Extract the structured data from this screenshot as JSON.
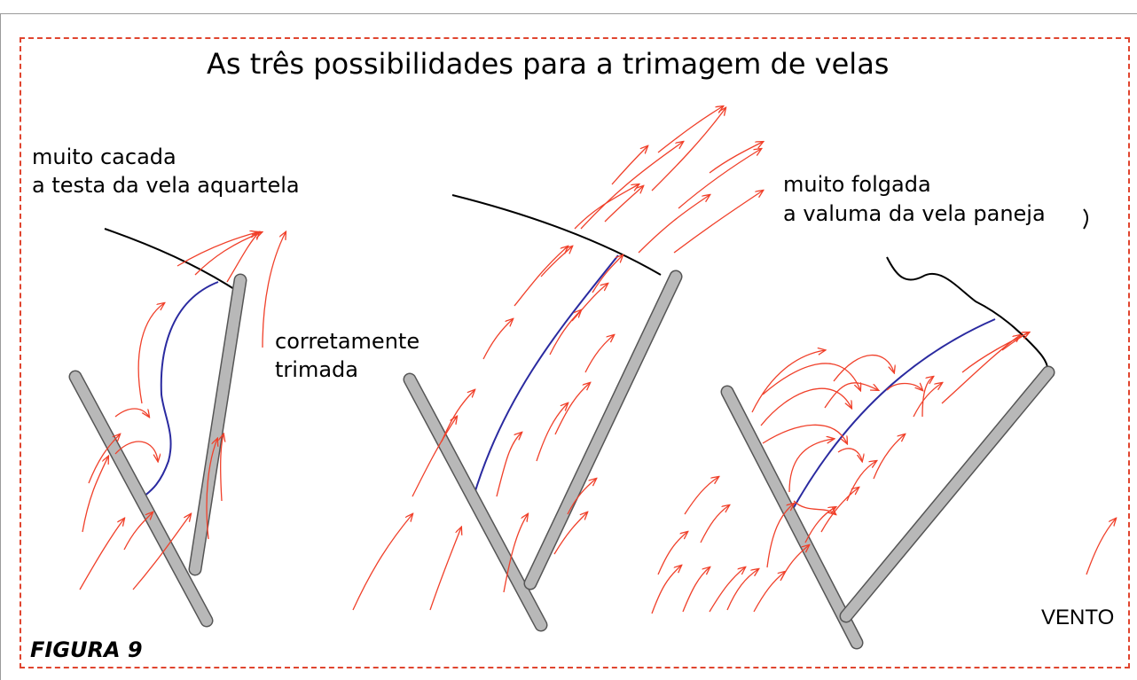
{
  "title": "As três possibilidades para a trimagem de velas",
  "panels": {
    "left": {
      "line1": "muito cacada",
      "line2": "a testa da vela aquartela"
    },
    "middle": {
      "line1": "corretamente",
      "line2": "trimada"
    },
    "right": {
      "line1": "muito folgada",
      "line2": "a valuma da vela paneja"
    }
  },
  "wind_label": "VENTO",
  "figure_label": "FIGURA 9",
  "colors": {
    "frame": "#e0452f",
    "airflow": "#f0402a",
    "sail_curve": "#2a2aa0",
    "mast": "#b8b8b8"
  }
}
